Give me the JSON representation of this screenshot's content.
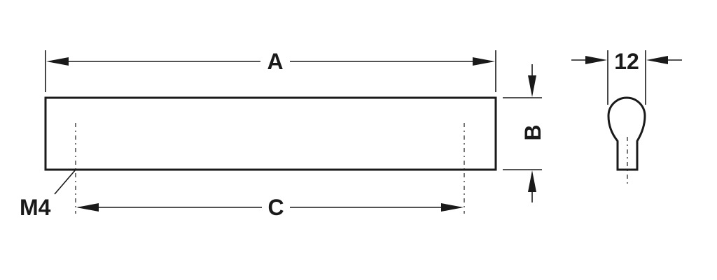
{
  "labels": {
    "overall_length": "A",
    "height": "B",
    "hole_spacing": "C",
    "thread": "M4",
    "width": "12"
  },
  "colors": {
    "line": "#1a1a1a",
    "background": "#ffffff"
  }
}
